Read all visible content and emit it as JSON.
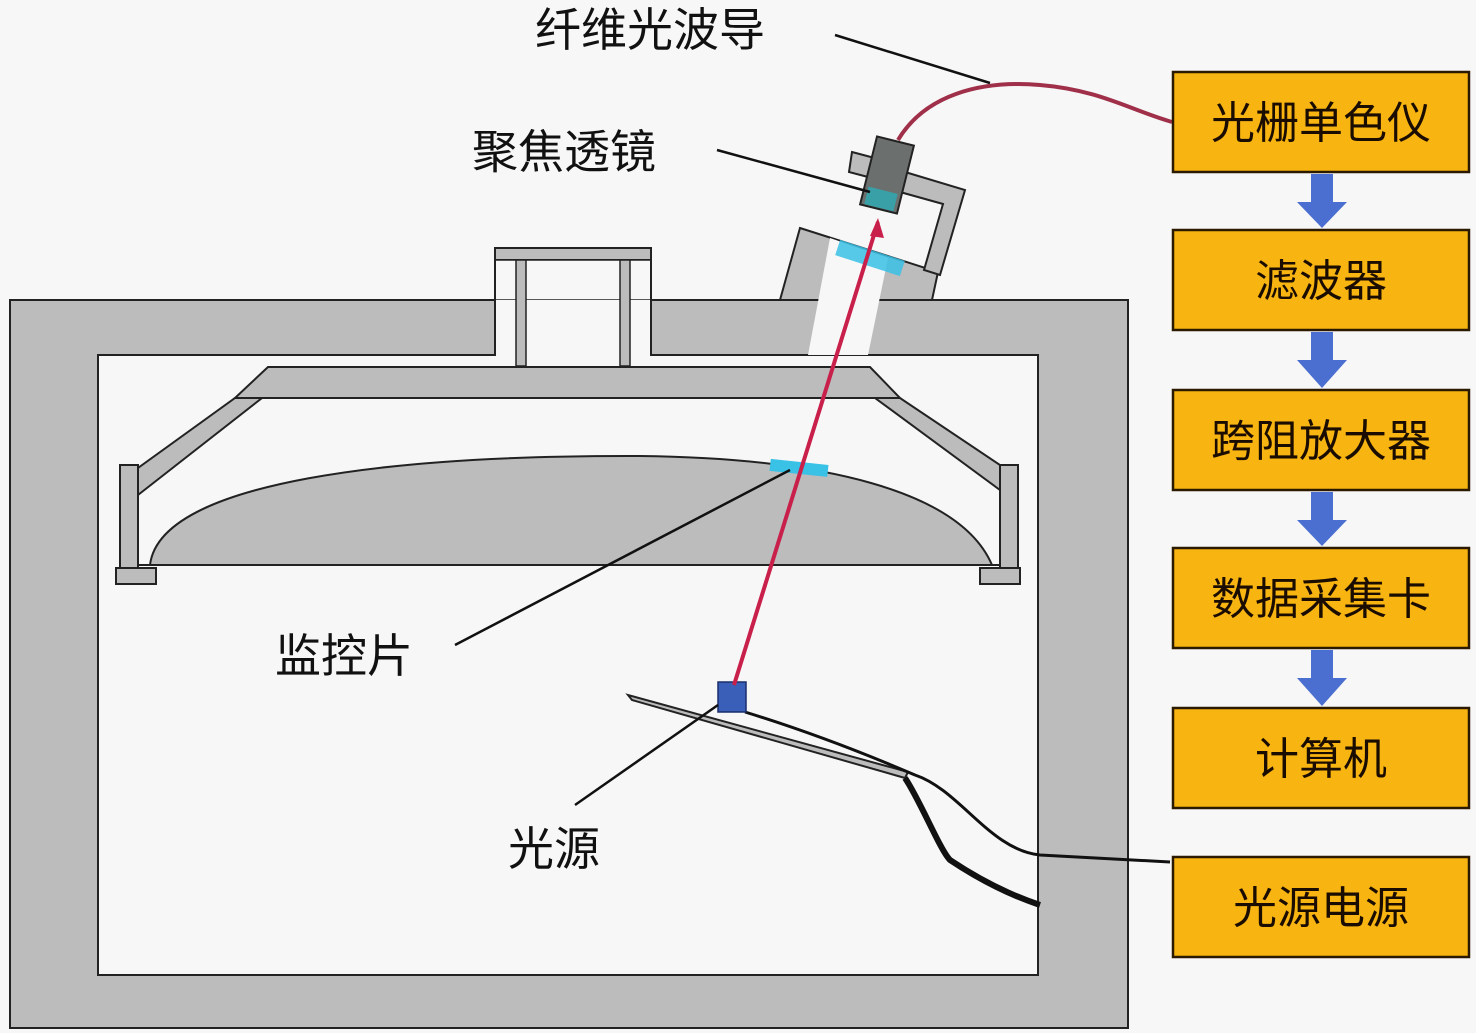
{
  "title": "光学监控系统示意图",
  "labels": {
    "fiber_waveguide": "纤维光波导",
    "focusing_lens": "聚焦透镜",
    "monitor_chip": "监控片",
    "light_source": "光源"
  },
  "flow_boxes": [
    {
      "id": "monochromator",
      "label": "光栅单色仪"
    },
    {
      "id": "filter",
      "label": "滤波器"
    },
    {
      "id": "tia",
      "label": "跨阻放大器"
    },
    {
      "id": "daq",
      "label": "数据采集卡"
    },
    {
      "id": "computer",
      "label": "计算机"
    },
    {
      "id": "power",
      "label": "光源电源"
    }
  ],
  "colors": {
    "box_fill": "#f8b411",
    "arrow_fill": "#4a6fd0",
    "chamber_fill": "#bcbcbc",
    "beam": "#c8204a",
    "fiber": "#a0304a",
    "monitor_highlight": "#39c1e6",
    "source": "#3a5fb8"
  }
}
